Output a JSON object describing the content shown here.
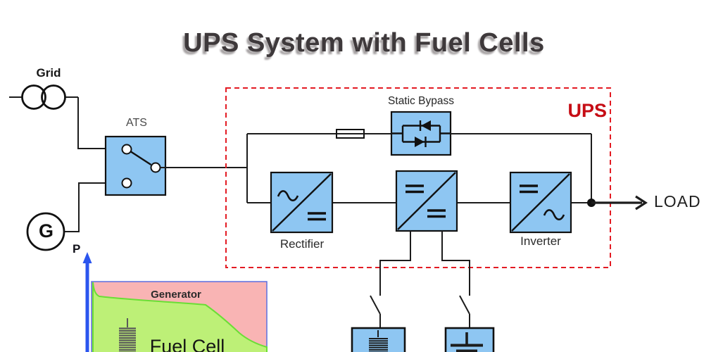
{
  "title": "UPS System with Fuel Cells",
  "blocks": {
    "grid": "Grid",
    "generator_letter": "G",
    "ats": "ATS",
    "static_bypass": "Static Bypass",
    "ups": "UPS",
    "rectifier": "Rectifier",
    "inverter": "Inverter",
    "load": "LOAD"
  },
  "chart_data": {
    "type": "area",
    "title": "",
    "xlabel": "",
    "ylabel": "P",
    "x_normalized": [
      0,
      0.03,
      0.25,
      0.65,
      0.78,
      0.88,
      1.0
    ],
    "series": [
      {
        "name": "Fuel Cell",
        "values_normalized": [
          1.0,
          0.78,
          0.74,
          0.68,
          0.45,
          0.2,
          0.09
        ],
        "color": "#bdf077"
      },
      {
        "name": "Generator",
        "values_normalized": [
          1.0,
          1.0,
          1.0,
          1.0,
          1.0,
          1.0,
          1.0
        ],
        "color": "#f9b4b4",
        "note": "band above fuel-cell curve"
      }
    ],
    "legend_position": "in-plot",
    "grid": false,
    "axis_ticks": "none (conceptual plot, cut off at image bottom)"
  },
  "icons": {
    "transformer-icon": "two overlapping circles",
    "generator-icon": "circle with letter G",
    "ats-switch-icon": "three contact dots with blade",
    "fuse-icon": "rectangle over wire",
    "static-bypass-icon": "anti-parallel diode pair in loop",
    "rectifier-icon": "box with diagonal, ~ top-left, = bottom-right",
    "dc-dc-converter-icon": "box with diagonal, = top-left, = bottom-right",
    "inverter-icon": "box with diagonal, = top-left, ~ bottom-right",
    "battery-stack-icon": "stacked horizontal plates",
    "electrode-cell-icon": "T-bar electrode plates",
    "disconnect-switch-icon": "angled blade break",
    "load-arrow-icon": "thick right arrow",
    "p-axis-arrow-icon": "thick blue up arrow"
  },
  "colors": {
    "wire": "#1c1c1c",
    "box_blue": "#8ec6f2",
    "box_border": "#111111",
    "ups_red": "#e31b23",
    "ups_label_red": "#c60d15",
    "pink": "#f9b4b4",
    "green": "#bdf077",
    "green_edge": "#6ade35",
    "chart_border": "#5b6ee0",
    "axis_blue": "#2b55ee",
    "title_gray": "#3e393b",
    "battery_gray": "#5a5a5a"
  }
}
